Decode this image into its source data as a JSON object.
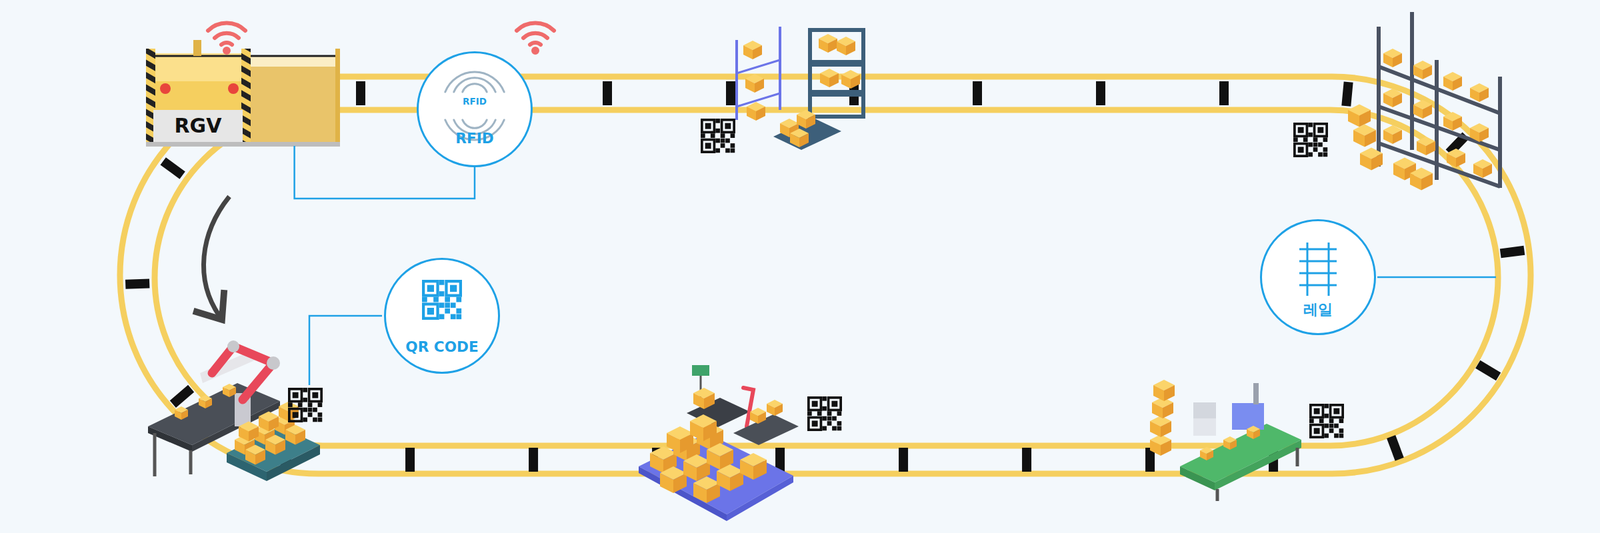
{
  "diagram": {
    "nodes": [
      {
        "text": [
          "RGV"
        ]
      },
      {
        "text": [
          "RFID",
          "RFID"
        ]
      },
      {
        "text": [
          "QR CODE"
        ]
      },
      {
        "text": [
          "레일"
        ]
      }
    ],
    "edges": [
      {
        "from": 0,
        "to": 1,
        "arrow": "none"
      }
    ]
  }
}
